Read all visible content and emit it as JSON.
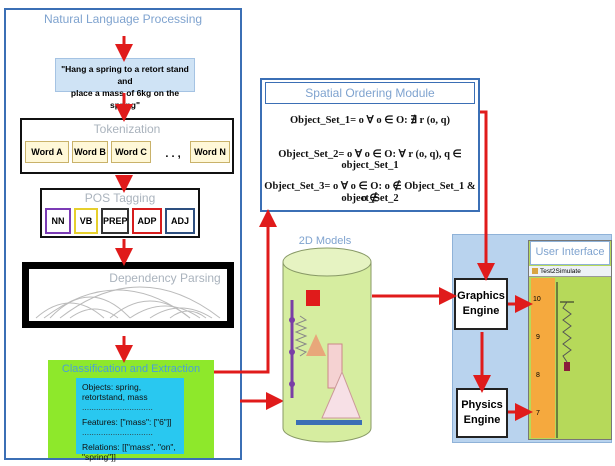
{
  "nlp": {
    "title": "Natural Language Processing",
    "sentence_line1": "\"Hang a spring to a retort stand and",
    "sentence_line2": "place a mass of 6kg on the spring\"",
    "tokenization": {
      "title": "Tokenization",
      "words": [
        "Word A",
        "Word B",
        "Word C",
        "Word N"
      ],
      "ellipsis": ". . ,"
    },
    "pos_tagging": {
      "title": "POS Tagging",
      "tags": [
        "NN",
        "VB",
        "PREP",
        "ADP",
        "ADJ"
      ]
    },
    "dependency": {
      "title": "Dependency Parsing"
    },
    "classification": {
      "title": "Classification and Extraction",
      "objects": "Objects: spring, retortstand, mass",
      "features": "Features: [\"mass\": [\"6\"]]",
      "relations": "Relations: [[\"mass\", \"on\", \"spring\"]]"
    }
  },
  "spatial": {
    "title": "Spatial Ordering Module",
    "set1": "Object_Set_1= o ∀ o ∈ O: ∄ r (o, q)",
    "set2": "Object_Set_2= o ∀ o ∈ O: ∀ r (o, q), q ∈ object_Set_1",
    "set3_line1": "Object_Set_3= o ∀ o ∈ O: o ∉ Object_Set_1 & o ∉",
    "set3_line2": "object_Set_2"
  },
  "models": {
    "title": "2D Models"
  },
  "ui": {
    "title": "User Interface",
    "window_title": "Test2Simulate",
    "graphics_engine_line1": "Graphics",
    "graphics_engine_line2": "Engine",
    "physics_engine_line1": "Physics",
    "physics_engine_line2": "Engine",
    "scale_ticks": [
      "10",
      "9",
      "8",
      "7"
    ]
  },
  "colors": {
    "arrow": "#e01b1b",
    "panel_border": "#3b6fb5",
    "title_text": "#7fa3cf",
    "classification_bg": "#8ee82b",
    "classification_inner": "#29c8f0",
    "cylinder": "#d6eda0",
    "ui_green": "#b6d95a",
    "ui_blue": "#b9d3ee"
  }
}
